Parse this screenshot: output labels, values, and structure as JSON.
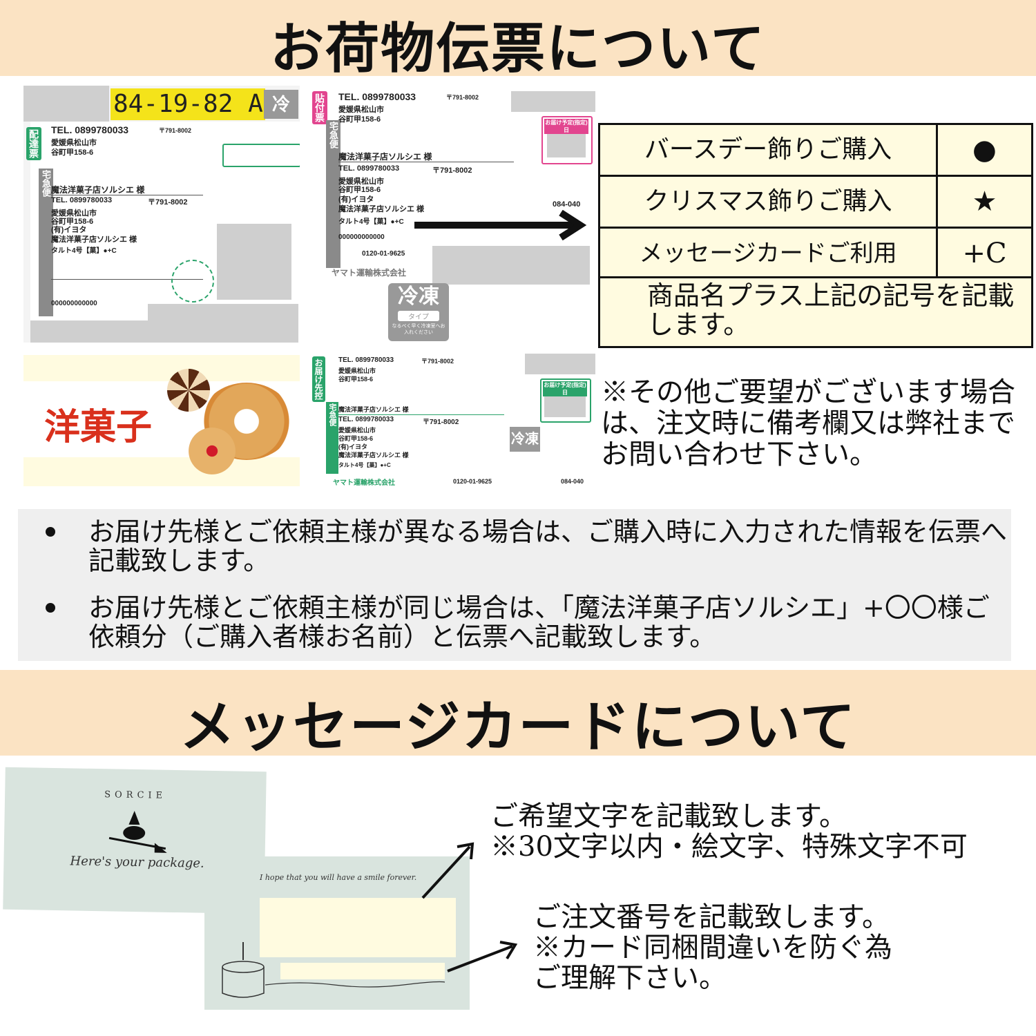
{
  "section1": {
    "title": "お荷物伝票について"
  },
  "label_cool": {
    "sort_code": "84-19-82 A",
    "cool_badge": "冷凍",
    "vtag": "配達票",
    "side_label": "宅急便",
    "tel": "TEL. 0899780033",
    "zip": "〒791-8002",
    "addr1": "愛媛県松山市",
    "addr2": "谷町甲158-6",
    "shop": "魔法洋菓子店ソルシエ 様",
    "tel2": "TEL. 0899780033",
    "zip2": "〒791-8002",
    "addr3": "愛媛県松山市",
    "addr4": "谷町甲158-6",
    "company": "(有)イヨタ",
    "shop2": "魔法洋菓子店ソルシエ 様",
    "item": "タルト4号【菓】●+C",
    "tracking": "000000000000"
  },
  "label_attach": {
    "vtag": "貼付票",
    "side_label": "宅急便",
    "tel": "TEL. 0899780033",
    "zip": "〒791-8002",
    "addr1": "愛媛県松山市",
    "addr2": "谷町甲158-6",
    "shop": "魔法洋菓子店ソルシエ 様",
    "tel2": "TEL. 0899780033",
    "zip2": "〒791-8002",
    "addr3": "愛媛県松山市",
    "addr4": "谷町甲158-6",
    "company": "(有)イヨタ",
    "shop2": "魔法洋菓子店ソルシエ 様",
    "item": "タルト4号【菓】●+C",
    "tracking": "000000000000",
    "phone": "0120-01-9625",
    "carrier": "ヤマト運輸株式会社",
    "code": "084-040",
    "date_box": "お届け予定(指定)日",
    "cool_stamp": "冷凍",
    "cool_type": "タイプ",
    "cool_note": "なるべく早く冷凍室へお入れください"
  },
  "label_green": {
    "vtag": "お届け先控",
    "side_label": "宅急便",
    "tel": "TEL. 0899780033",
    "zip": "〒791-8002",
    "addr1": "愛媛県松山市",
    "addr2": "谷町甲158-6",
    "shop": "魔法洋菓子店ソルシエ 様",
    "tel2": "TEL. 0899780033",
    "zip2": "〒791-8002",
    "addr3": "愛媛県松山市",
    "addr4": "谷町甲158-6",
    "company": "(有)イヨタ",
    "shop2": "魔法洋菓子店ソルシエ 様",
    "item": "タルト4号【菓】●+C",
    "carrier": "ヤマト運輸株式会社",
    "phone": "0120-01-9625",
    "code": "084-040",
    "date_box": "お届け予定(指定)日",
    "cool_badge": "冷凍"
  },
  "sweets_banner": {
    "text": "洋菓子"
  },
  "legend": {
    "rows": [
      {
        "label": "バースデー飾りご購入",
        "mark": "●"
      },
      {
        "label": "クリスマス飾りご購入",
        "mark": "★"
      },
      {
        "label": "メッセージカードご利用",
        "mark": "+C"
      }
    ],
    "note": "商品名プラス上記の記号を記載します。"
  },
  "other_note": "※その他ご要望がございます場合は、注文時に備考欄又は弊社までお問い合わせ下さい。",
  "bullets": [
    "お届け先様とご依頼主様が異なる場合は、ご購入時に入力された情報を伝票へ記載致します。",
    "お届け先様とご依頼主様が同じ場合は、「魔法洋菓子店ソルシエ」+〇〇様ご依頼分（ご購入者様お名前）と伝票へ記載致します。"
  ],
  "section2": {
    "title": "メッセージカードについて"
  },
  "card": {
    "brand": "SORCIE",
    "front_script": "Here's your package.",
    "back_script": "I hope that you will have a smile forever."
  },
  "card_notes": {
    "note1_line1": "ご希望文字を記載致します。",
    "note1_line2": "※30文字以内・絵文字、特殊文字不可",
    "note2_line1": "ご注文番号を記載致します。",
    "note2_line2": "※カード同梱間違いを防ぐ為",
    "note2_line3": "ご理解下さい。"
  },
  "colors": {
    "band": "#fbe3c3",
    "legend_bg": "#fffbe0",
    "card": "#d9e4de",
    "sort_highlight": "#f4e31a",
    "green": "#2aa36a",
    "pink": "#e2458f"
  }
}
